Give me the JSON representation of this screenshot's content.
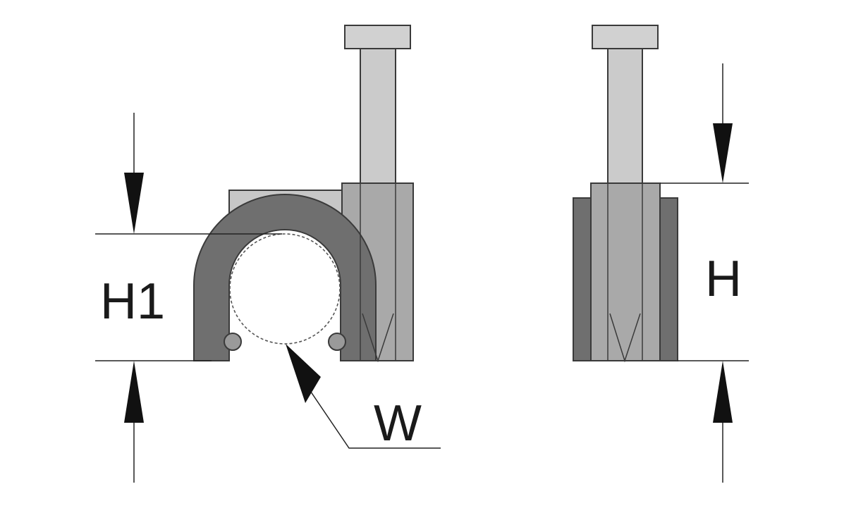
{
  "diagram": {
    "labels": {
      "h1": "H1",
      "w": "W",
      "h": "H"
    },
    "colors": {
      "clip_body": "#6d6d6d",
      "clip_body_mid": "#8c8c8c",
      "nail": "#cfcfcf",
      "nail_shaft": "#c4c4c4",
      "block": "#a7a7a7",
      "outline": "#3a3a3a",
      "dimension": "#222222"
    }
  }
}
